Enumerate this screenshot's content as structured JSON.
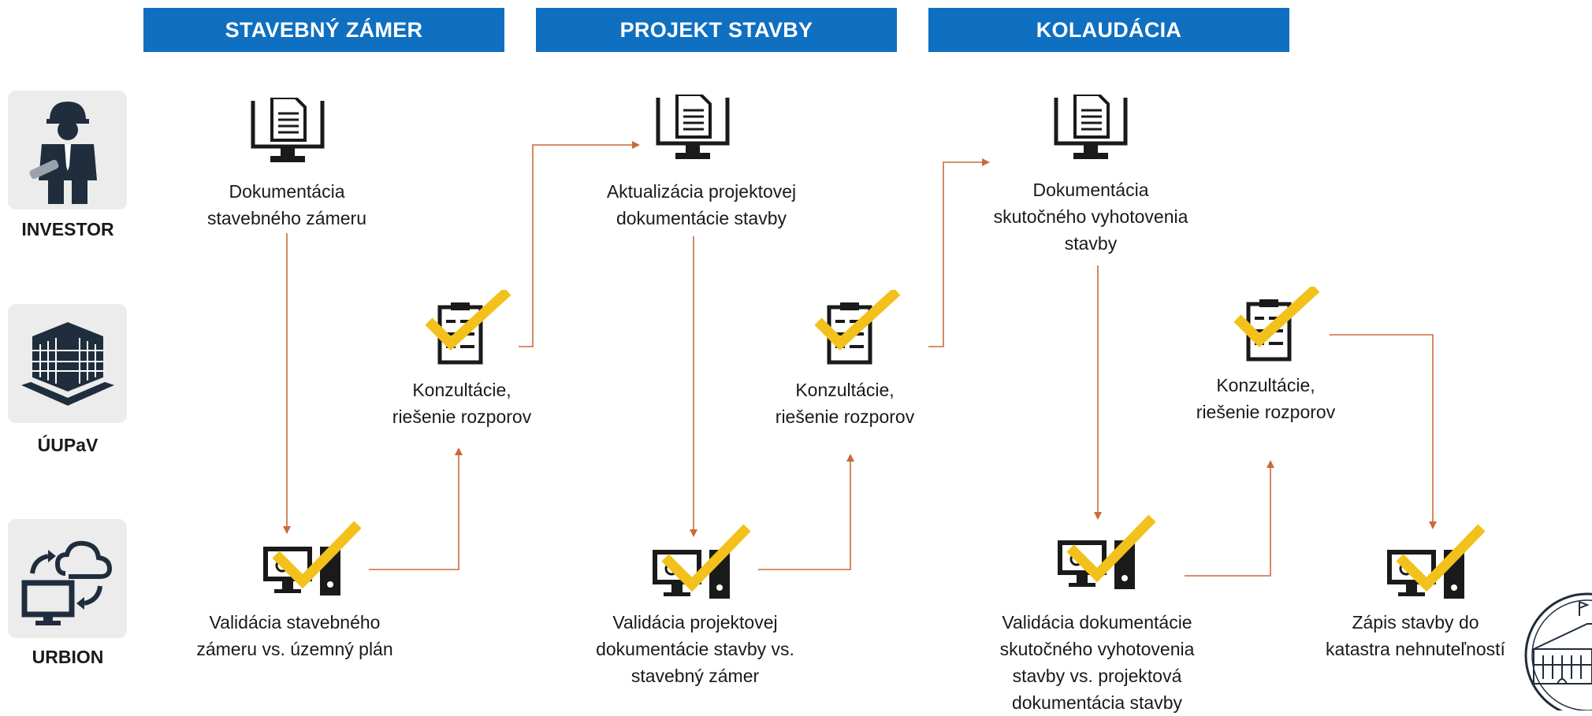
{
  "phases": [
    {
      "label": "STAVEBNÝ ZÁMER"
    },
    {
      "label": "PROJEKT STAVBY"
    },
    {
      "label": "KOLAUDÁCIA"
    }
  ],
  "roles": [
    {
      "label": "INVESTOR",
      "icon": "investor-icon"
    },
    {
      "label": "ÚUPaV",
      "icon": "building-icon"
    },
    {
      "label": "URBION",
      "icon": "cloud-sync-icon"
    }
  ],
  "nodes": {
    "investor_doc_1": "Dokumentácia\nstavebného zámeru",
    "investor_doc_2": "Aktualizácia projektovej\ndokumentácie stavby",
    "investor_doc_3": "Dokumentácia\nskutočného vyhotovenia\nstavby",
    "consult_1": "Konzultácie,\nriešenie rozporov",
    "consult_2": "Konzultácie,\nriešenie rozporov",
    "consult_3": "Konzultácie,\nriešenie rozporov",
    "validation_1": "Validácia stavebného\nzámeru vs. územný plán",
    "validation_2": "Validácia projektovej\ndokumentácie stavby vs.\nstavebný zámer",
    "validation_3": "Validácia dokumentácie\nskutočného vyhotovenia\nstavby vs. projektová\ndokumentácia stavby",
    "registration": "Zápis stavby do\nkatastra nehnuteľností"
  },
  "colors": {
    "phase_bg": "#0f6fc0",
    "arrow": "#c96a3b",
    "check": "#f2c11b",
    "icon": "#1a1a1a",
    "role_bg": "#ececec"
  }
}
